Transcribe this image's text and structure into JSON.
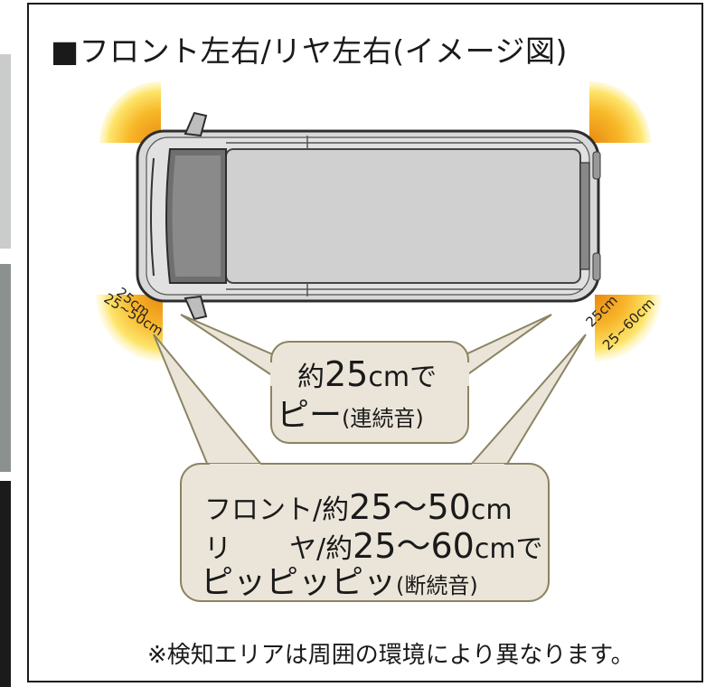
{
  "title": "■フロント左右/リヤ左右(イメージ図)",
  "sensor_labels": {
    "front_inner": "25cm",
    "front_outer": "25~50cm",
    "rear_inner": "25cm",
    "rear_outer": "25~60cm"
  },
  "bubble_continuous": {
    "line1_prefix": "約",
    "line1_value": "25",
    "line1_suffix": "cmで",
    "line2_main": "ピー",
    "line2_note": "(連続音)"
  },
  "bubble_intermittent": {
    "front_label": "フロント/約",
    "front_value": "25〜50",
    "front_unit": "cm",
    "rear_label_a": "リ",
    "rear_label_b": "ヤ/約",
    "rear_value": "25〜60",
    "rear_unit": "cmで",
    "sound_main": "ピッピッピッ",
    "sound_note": "(断続音)"
  },
  "footnote": "※検知エリアは周囲の環境により異なります。",
  "colors": {
    "bubble_fill": "#ebe5d9",
    "bubble_stroke": "#8b8463",
    "sensor_core": "#f2a51c",
    "sensor_glow": "#fff3a0",
    "car_body": "#d6d6d6",
    "car_outline": "#333333"
  }
}
